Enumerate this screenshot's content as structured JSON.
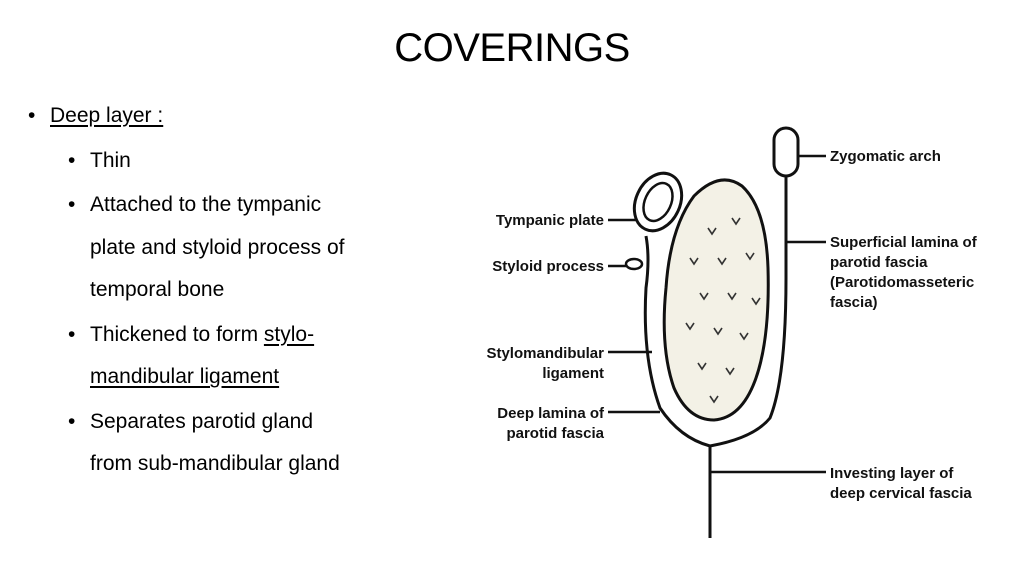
{
  "title": "COVERINGS",
  "bullets": {
    "main": "Deep layer :",
    "items": {
      "thin": "Thin",
      "attached": [
        "Attached to the tympanic",
        "plate and styloid process of",
        "temporal bone"
      ],
      "thickened_prefix": "Thickened to form ",
      "thickened_link1": "stylo-",
      "thickened_link2": "mandibular ligament",
      "separates": [
        "Separates parotid gland",
        "from sub-mandibular gland"
      ]
    }
  },
  "diagram": {
    "labels": {
      "zygomatic": "Zygomatic arch",
      "tympanic": "Tympanic plate",
      "styloid": "Styloid process",
      "superficial": [
        "Superficial lamina of",
        "parotid fascia",
        "(Parotidomasseteric",
        "fascia)"
      ],
      "stylomandibular": [
        "Stylomandibular",
        "ligament"
      ],
      "deep": [
        "Deep lamina of",
        "parotid fascia"
      ],
      "investing": [
        "Investing layer of",
        "deep cervical fascia"
      ]
    }
  }
}
